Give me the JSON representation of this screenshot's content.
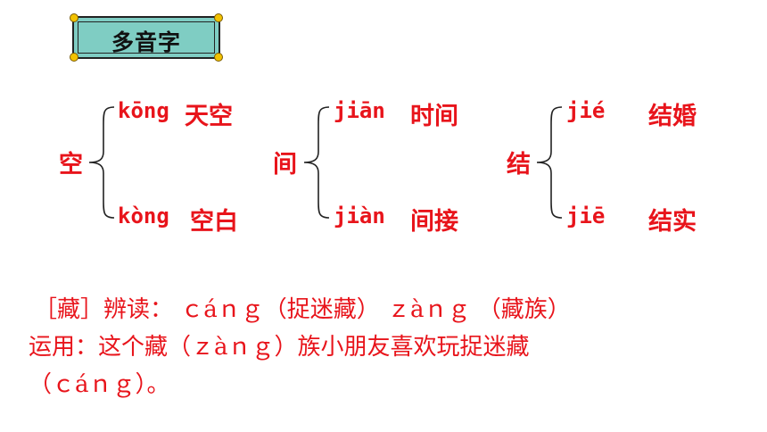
{
  "title": "多音字",
  "groups": [
    {
      "char": "空",
      "top": {
        "pinyin": "kōng",
        "word": "天空"
      },
      "bottom": {
        "pinyin": "kòng",
        "word": "空白"
      }
    },
    {
      "char": "间",
      "top": {
        "pinyin": "jiān",
        "word": "时间"
      },
      "bottom": {
        "pinyin": "jiàn",
        "word": "间接"
      }
    },
    {
      "char": "结",
      "top": {
        "pinyin": "jié",
        "word": "结婚"
      },
      "bottom": {
        "pinyin": "jiē",
        "word": "结实"
      }
    }
  ],
  "notes": [
    "［藏］辨读： ｃáｎｇ（捉迷藏） ｚàｎｇ （藏族）",
    "运用：这个藏（ｚàｎｇ）族小朋友喜欢玩捉迷藏",
    "（ｃáｎｇ）。"
  ],
  "colors": {
    "accent": "#e8141b",
    "title_bg": "#7fcdc3",
    "dot": "#f2c200"
  }
}
